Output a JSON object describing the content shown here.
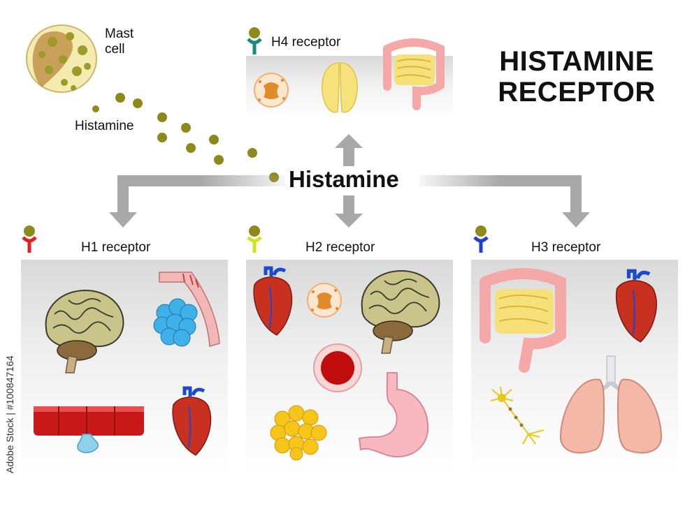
{
  "title": {
    "line1": "HISTAMINE",
    "line2": "RECEPTOR"
  },
  "center_label": "Histamine",
  "mast_cell": {
    "label_line1": "Mast",
    "label_line2": "cell",
    "histamine_label": "Histamine"
  },
  "receptors": {
    "h4": {
      "label": "H4 receptor",
      "color": "#1a8a7a",
      "organs": [
        "granulocyte",
        "thymus",
        "intestine"
      ]
    },
    "h1": {
      "label": "H1 receptor",
      "color": "#e02020",
      "organs": [
        "brain",
        "bronchi-alveoli",
        "blood-vessel",
        "heart"
      ]
    },
    "h2": {
      "label": "H2 receptor",
      "color": "#d8e020",
      "organs": [
        "heart",
        "granulocyte",
        "brain",
        "artery-cross-section",
        "fat-cells",
        "stomach"
      ]
    },
    "h3": {
      "label": "H3 receptor",
      "color": "#1f3fd0",
      "organs": [
        "intestine",
        "heart",
        "neuron",
        "lungs"
      ]
    }
  },
  "colors": {
    "histamine_dot": "#8c8a1a",
    "arrow": "#a8a8a8",
    "ligand": "#8c8a1a"
  },
  "watermark": "Adobe Stock | #100847164"
}
